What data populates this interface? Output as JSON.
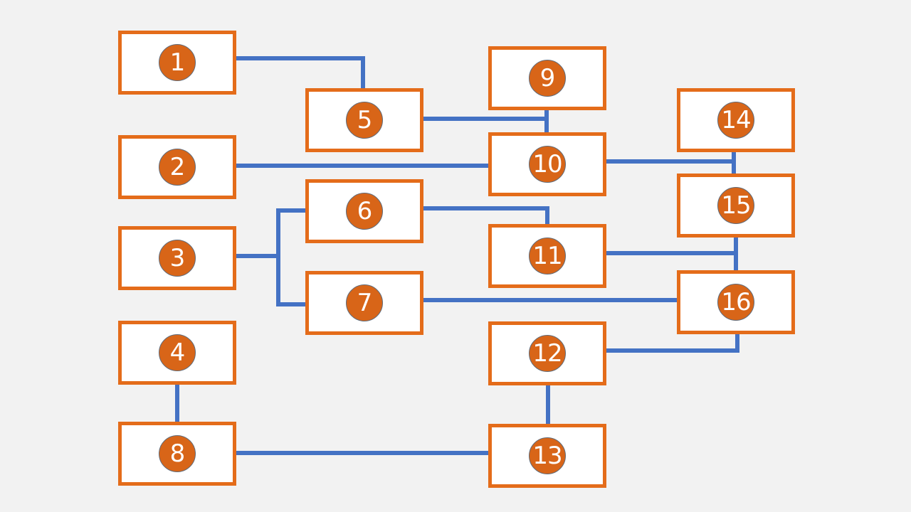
{
  "colors": {
    "background": "#f2f2f2",
    "box_border": "#e46c1a",
    "badge_fill": "#d86518",
    "badge_text": "#ffffff",
    "connector": "#4472c4"
  },
  "nodes": [
    {
      "id": "1",
      "label": "1"
    },
    {
      "id": "2",
      "label": "2"
    },
    {
      "id": "3",
      "label": "3"
    },
    {
      "id": "4",
      "label": "4"
    },
    {
      "id": "5",
      "label": "5"
    },
    {
      "id": "6",
      "label": "6"
    },
    {
      "id": "7",
      "label": "7"
    },
    {
      "id": "8",
      "label": "8"
    },
    {
      "id": "9",
      "label": "9"
    },
    {
      "id": "10",
      "label": "10"
    },
    {
      "id": "11",
      "label": "11"
    },
    {
      "id": "12",
      "label": "12"
    },
    {
      "id": "13",
      "label": "13"
    },
    {
      "id": "14",
      "label": "14"
    },
    {
      "id": "15",
      "label": "15"
    },
    {
      "id": "16",
      "label": "16"
    }
  ],
  "edges": [
    {
      "from": "1",
      "to": "5"
    },
    {
      "from": "5",
      "to": "10"
    },
    {
      "from": "9",
      "to": "10"
    },
    {
      "from": "2",
      "to": "10"
    },
    {
      "from": "10",
      "to": "15"
    },
    {
      "from": "14",
      "to": "15"
    },
    {
      "from": "3",
      "to": "6"
    },
    {
      "from": "3",
      "to": "7"
    },
    {
      "from": "6",
      "to": "11"
    },
    {
      "from": "11",
      "to": "16"
    },
    {
      "from": "15",
      "to": "16"
    },
    {
      "from": "7",
      "to": "16"
    },
    {
      "from": "12",
      "to": "16"
    },
    {
      "from": "12",
      "to": "13"
    },
    {
      "from": "4",
      "to": "8"
    },
    {
      "from": "8",
      "to": "13"
    }
  ]
}
